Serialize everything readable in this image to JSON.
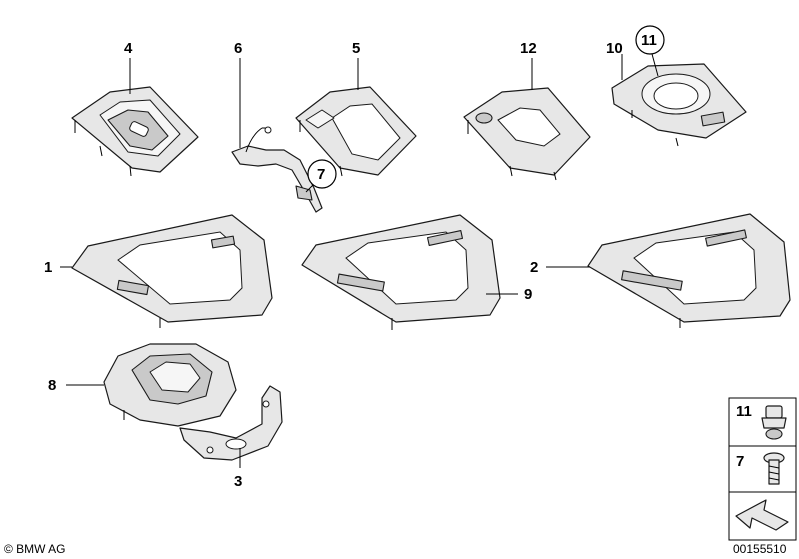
{
  "callouts": {
    "c4": "4",
    "c6": "6",
    "c5": "5",
    "c12": "12",
    "c10": "10",
    "c11": "11",
    "c7": "7",
    "c1": "1",
    "c2": "2",
    "c9": "9",
    "c8": "8",
    "c3": "3"
  },
  "legend": {
    "item_a": "11",
    "item_b": "7"
  },
  "footer": {
    "copyright": "© BMW AG",
    "diagram_number": "00155510"
  }
}
